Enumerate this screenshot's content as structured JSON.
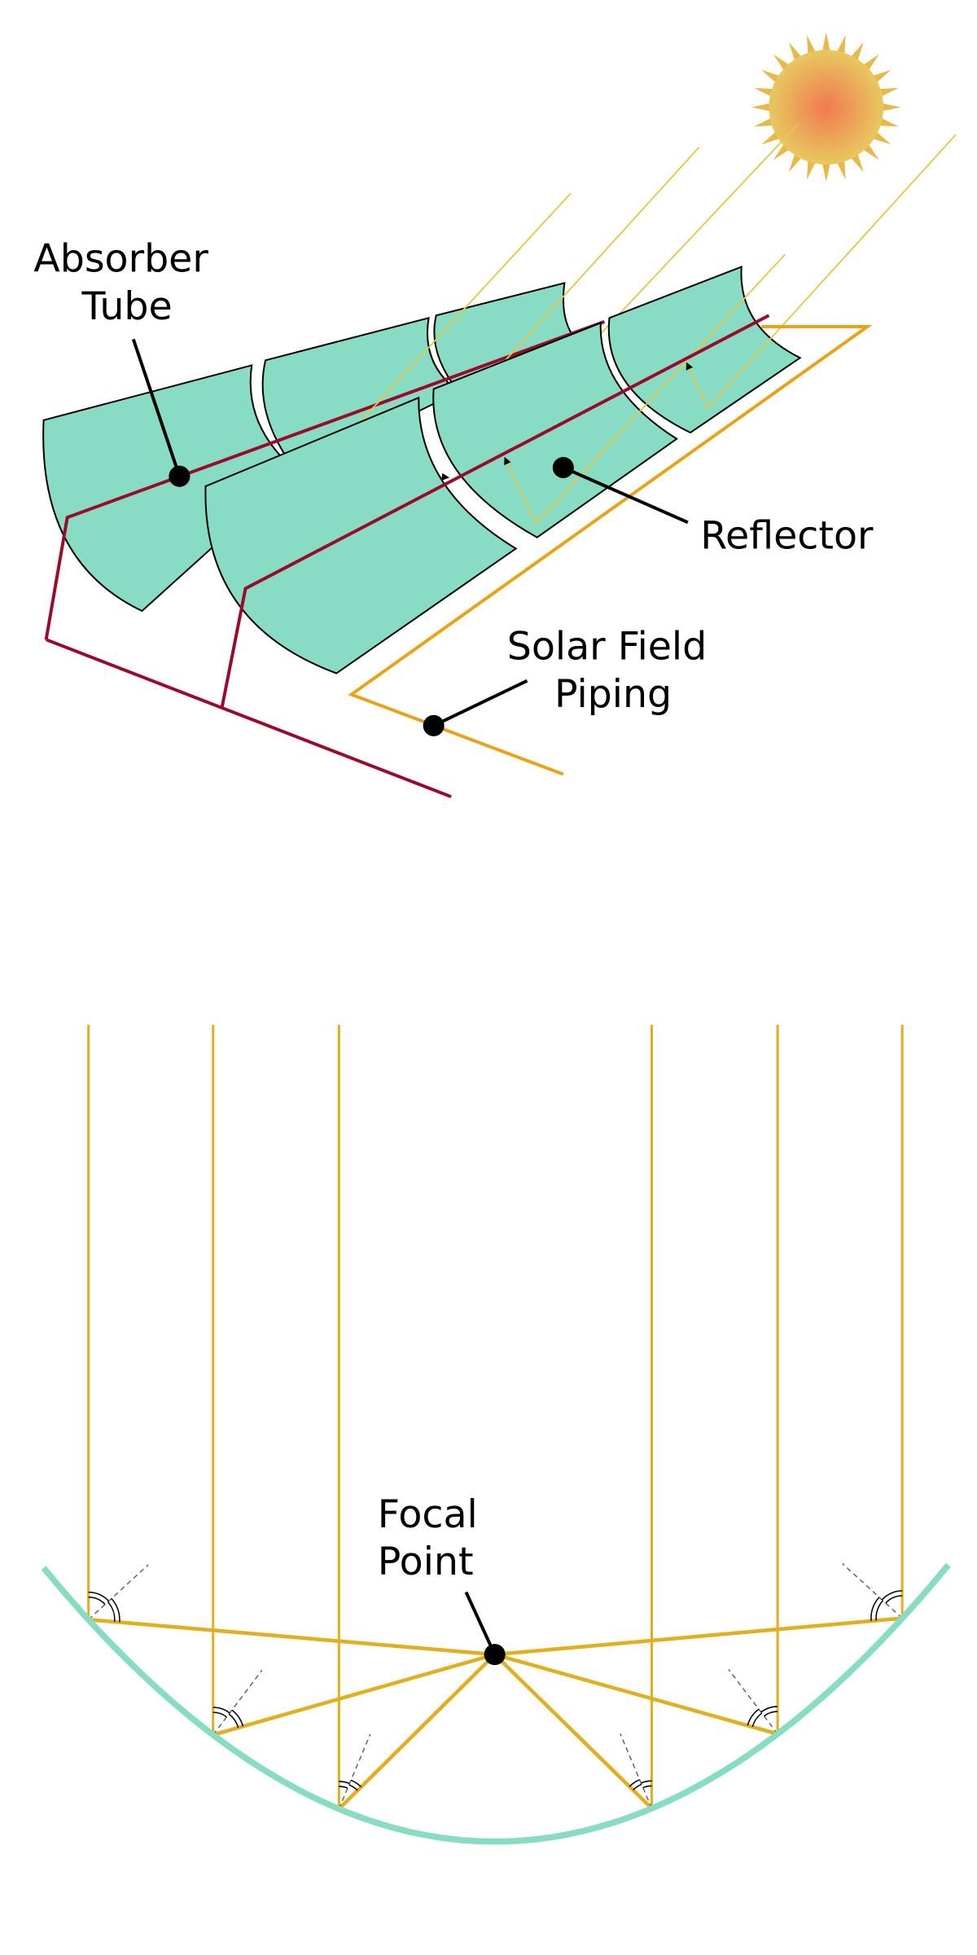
{
  "labels": {
    "absorber_tube": [
      "Absorber",
      "Tube"
    ],
    "reflector": "Reflector",
    "solar_field_piping": [
      "Solar Field",
      "Piping"
    ],
    "focal_point": [
      "Focal",
      "Point"
    ]
  },
  "colors": {
    "reflector_fill": "#88dcc4",
    "absorber_tube": "#9b0a2a",
    "solar_field_piping": "#e8a317",
    "sun_ray": "#e3c84a",
    "reflected_ray": "#e0b020",
    "sun_center": "#f07a50",
    "sun_edge": "#e8c860"
  }
}
